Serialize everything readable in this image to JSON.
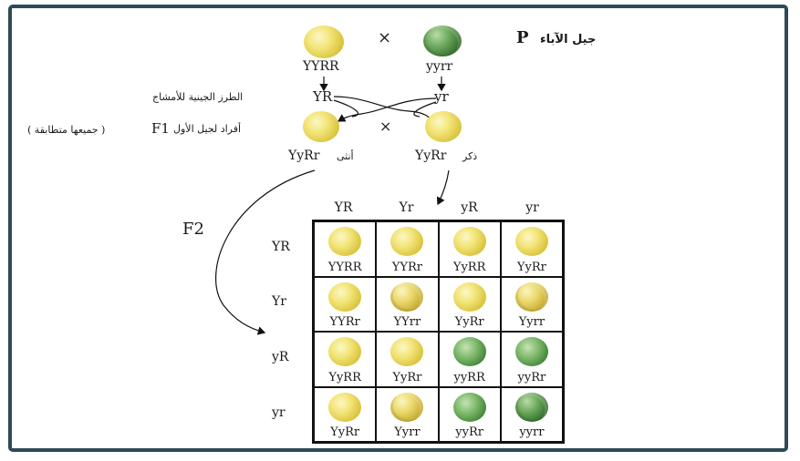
{
  "parental": {
    "label_ar": "جيل الآباء",
    "label_p": "P",
    "parent1_genotype": "YYRR",
    "parent2_genotype": "yyrr",
    "cross_symbol": "×",
    "gamete1": "YR",
    "gamete2": "yr",
    "gamete_label_ar": "الطرز الجينية للأمشاج"
  },
  "f1": {
    "label_ar": "أفراد لجيل الأول",
    "label_f1": "F1",
    "note_ar": "( جميعها متطابقة )",
    "female_genotype": "YyRr",
    "female_label_ar": "أنثى",
    "male_genotype": "YyRr",
    "male_label_ar": "ذكر",
    "cross_symbol": "×"
  },
  "f2": {
    "label": "F2",
    "col_headers": [
      "YR",
      "Yr",
      "yR",
      "yr"
    ],
    "row_headers": [
      "YR",
      "Yr",
      "yR",
      "yr"
    ],
    "cells": [
      [
        {
          "g": "YYRR",
          "color": "yellow",
          "shape": "round"
        },
        {
          "g": "YYRr",
          "color": "yellow",
          "shape": "round"
        },
        {
          "g": "YyRR",
          "color": "yellow",
          "shape": "round"
        },
        {
          "g": "YyRr",
          "color": "yellow",
          "shape": "round"
        }
      ],
      [
        {
          "g": "YYRr",
          "color": "yellow",
          "shape": "round"
        },
        {
          "g": "YYrr",
          "color": "yellow",
          "shape": "wrinkled"
        },
        {
          "g": "YyRr",
          "color": "yellow",
          "shape": "round"
        },
        {
          "g": "Yyrr",
          "color": "yellow",
          "shape": "wrinkled"
        }
      ],
      [
        {
          "g": "YyRR",
          "color": "yellow",
          "shape": "round"
        },
        {
          "g": "YyRr",
          "color": "yellow",
          "shape": "round"
        },
        {
          "g": "yyRR",
          "color": "green",
          "shape": "round"
        },
        {
          "g": "yyRr",
          "color": "green",
          "shape": "round"
        }
      ],
      [
        {
          "g": "YyRr",
          "color": "yellow",
          "shape": "round"
        },
        {
          "g": "Yyrr",
          "color": "yellow",
          "shape": "wrinkled"
        },
        {
          "g": "yyRr",
          "color": "green",
          "shape": "round"
        },
        {
          "g": "yyrr",
          "color": "green",
          "shape": "wrinkled"
        }
      ]
    ]
  },
  "colors": {
    "frame": "#2e4a57",
    "yellow_pea": "#e9d65a",
    "green_pea": "#4f8f42"
  }
}
